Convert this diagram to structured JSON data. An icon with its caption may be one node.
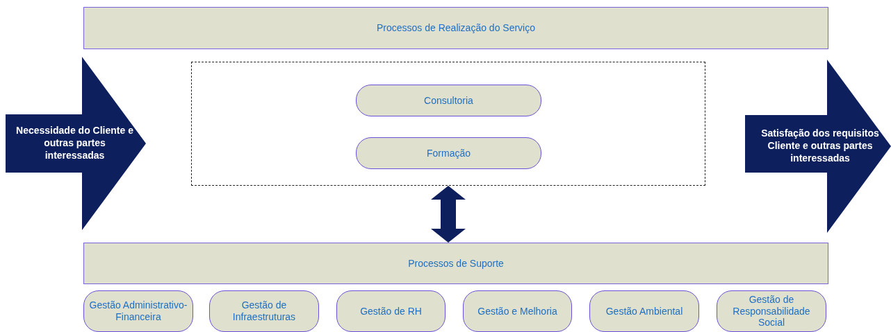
{
  "diagram": {
    "nodes": [
      {
        "text": [
          "Processos de Realização do Serviço"
        ]
      },
      {
        "text": [],
        "shape": "box"
      },
      {
        "text": [
          "Consultoria"
        ],
        "in": 1
      },
      {
        "text": [
          "Formação"
        ],
        "in": 1
      },
      {
        "text": [
          "Necessidade do Cliente e outras partes interessadas"
        ]
      },
      {
        "text": [
          "Satisfação dos requisitos Cliente e outras partes interessadas"
        ]
      },
      {
        "text": [
          "Processos de Suporte"
        ]
      },
      {
        "text": [
          "Gestão Administrativo-Financeira"
        ]
      },
      {
        "text": [
          "Gestão de Infraestruturas"
        ]
      },
      {
        "text": [
          "Gestão de RH"
        ]
      },
      {
        "text": [
          "Gestão e Melhoria"
        ]
      },
      {
        "text": [
          "Gestão Ambiental"
        ]
      },
      {
        "text": [
          "Gestão de Responsabilidade Social"
        ]
      }
    ],
    "edges": [
      {
        "from": 1,
        "to": 6,
        "arrow": "both"
      }
    ]
  }
}
